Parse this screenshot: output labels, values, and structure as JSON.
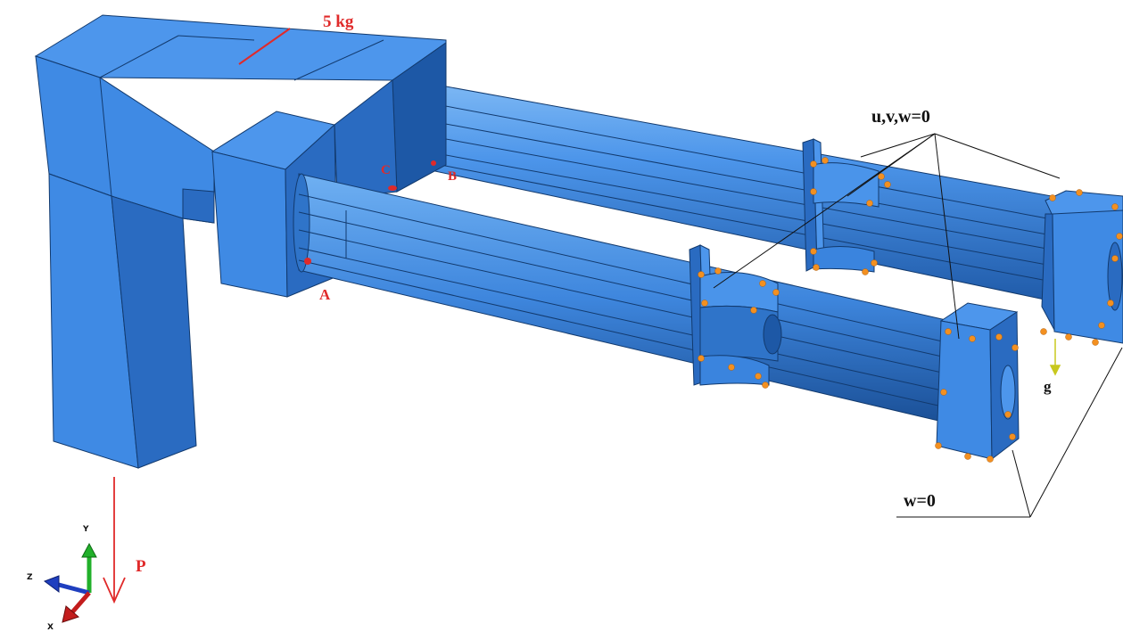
{
  "labels": {
    "mass": "5 kg",
    "point_a": "A",
    "point_b": "B",
    "point_c": "C",
    "load": "P",
    "gravity": "g",
    "bc_fixed": "u,v,w=0",
    "bc_w": "w=0"
  },
  "axes": {
    "x": "X",
    "y": "Y",
    "z": "Z"
  },
  "colors": {
    "part_top": "#4d96ec",
    "part_front": "#3f8ae4",
    "part_side": "#2a6bc1",
    "part_dark": "#1d58a6",
    "edge": "#123a6e",
    "annotation_red": "#e02a2a",
    "constraint_orange": "#f39020",
    "gravity_yellow": "#c8c81e",
    "axis_y_green": "#21b02a",
    "axis_z_blue": "#1f3fbf",
    "axis_x_red": "#c31d1d"
  }
}
